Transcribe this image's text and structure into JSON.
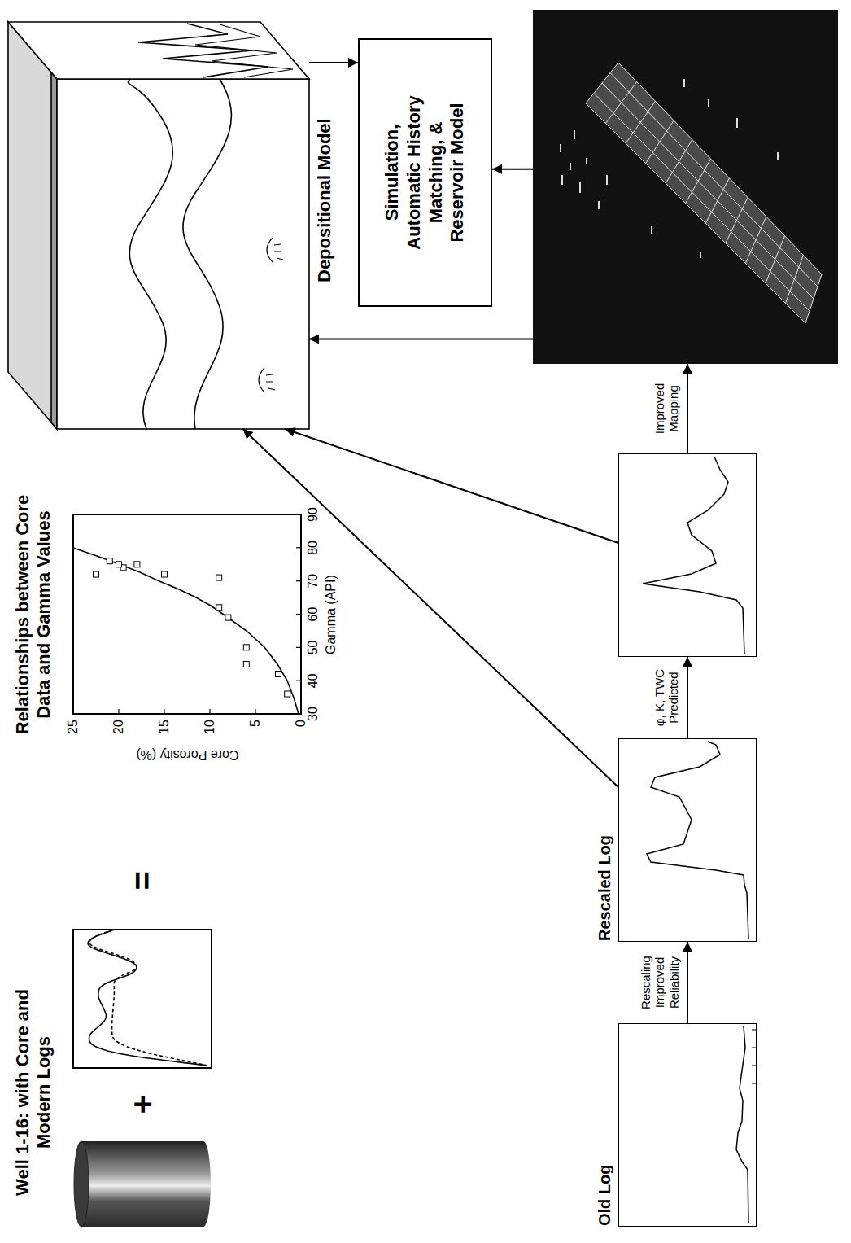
{
  "diagram": {
    "nodes": [
      {
        "text": [
          "Depositional Model"
        ]
      },
      {
        "text": [
          "Simulation, Automatic History Matching, & Reservoir Model"
        ]
      },
      {
        "text": [
          "Old Log"
        ]
      },
      {
        "text": [
          "Rescaled Log"
        ]
      },
      {
        "text": []
      },
      {
        "text": []
      }
    ],
    "edges": [
      {
        "from": 2,
        "to": 3,
        "label": "Rescaling Improved Reliability",
        "arrow": "to"
      },
      {
        "from": 3,
        "to": 4,
        "label": "φ, K, TWC Predicted",
        "arrow": "to"
      },
      {
        "from": 4,
        "to": 5,
        "label": "Improved Mapping",
        "arrow": "to"
      },
      {
        "from": 3,
        "to": 0,
        "arrow": "to"
      },
      {
        "from": 4,
        "to": 0,
        "arrow": "to"
      },
      {
        "from": 5,
        "to": 0,
        "arrow": "to"
      },
      {
        "from": 5,
        "to": 1,
        "arrow": "to"
      },
      {
        "from": 0,
        "to": 1,
        "arrow": "to"
      }
    ],
    "labels": [
      "Well 1-16: with Core and Modern Logs",
      "+",
      "=",
      "Relationships between Core Data and Gamma Values",
      "25",
      "20",
      "15",
      "10",
      "5",
      "0",
      "Core Porosity (%)",
      "30",
      "40",
      "50",
      "60",
      "70",
      "80",
      "90",
      "Gamma (API)"
    ]
  }
}
